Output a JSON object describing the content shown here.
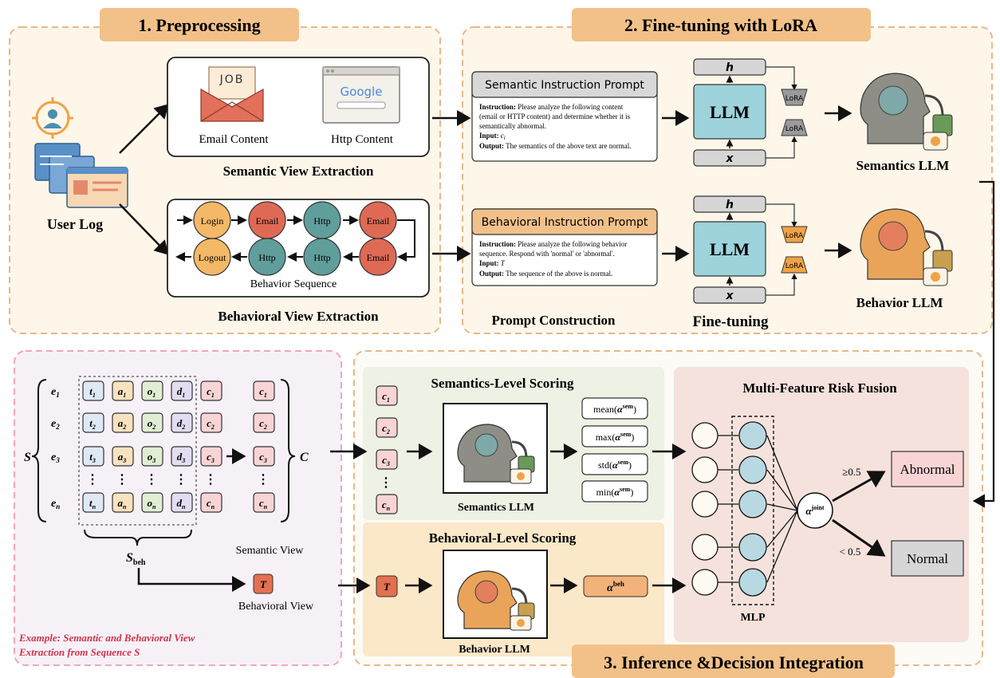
{
  "sections": {
    "preprocessing": "1. Preprocessing",
    "finetune": "2. Fine-tuning with LoRA",
    "inference": "3. Inference &Decision Integration"
  },
  "preprocessing": {
    "user_log": "User Log",
    "job_sign": "JOB",
    "google_text": "Google",
    "email_content": "Email Content",
    "http_content": "Http Content",
    "semantic_view_extraction": "Semantic View Extraction",
    "behavioral_view_extraction": "Behavioral View Extraction",
    "behavior_sequence": "Behavior Sequence",
    "seq_top": [
      "Login",
      "Email",
      "Http",
      "Email"
    ],
    "seq_bottom": [
      "Logout",
      "Http",
      "Http",
      "Email"
    ]
  },
  "finetune": {
    "semantic_prompt_title": "Semantic Instruction Prompt",
    "semantic_instruction_label": "Instruction:",
    "semantic_instruction_l1": "Please analyze the following content",
    "semantic_instruction_l2": "(email or HTTP content) and determine whether it is",
    "semantic_instruction_l3": "semantically abnormal.",
    "semantic_input_label": "Input:",
    "semantic_input_value": "c",
    "semantic_input_sub": "i",
    "semantic_output_label": "Output:",
    "semantic_output_value": "The semantics of the above text are normal.",
    "behavioral_prompt_title": "Behavioral Instruction Prompt",
    "behavioral_instruction_label": "Instruction:",
    "behavioral_instruction_l1": "Please analyze the following behavior",
    "behavioral_instruction_l2": "sequence. Respond with 'normal' or 'abnormal'.",
    "behavioral_input_label": "Input:",
    "behavioral_input_value": "T",
    "behavioral_output_label": "Output:",
    "behavioral_output_value": "The sequence of the above is normal.",
    "prompt_construction": "Prompt Construction",
    "fine_tuning": "Fine-tuning",
    "llm": "LLM",
    "h": "h",
    "x": "x",
    "lora": "LoRA",
    "semantics_llm": "Semantics LLM",
    "behavior_llm": "Behavior  LLM"
  },
  "example": {
    "S": "S",
    "C": "C",
    "rows": [
      {
        "e": "e",
        "esub": "1",
        "t": "t",
        "tsub": "1",
        "a": "a",
        "asub": "1",
        "o": "o",
        "osub": "1",
        "d": "d",
        "dsub": "1",
        "c": "c",
        "csub": "1"
      },
      {
        "e": "e",
        "esub": "2",
        "t": "t",
        "tsub": "2",
        "a": "a",
        "asub": "2",
        "o": "o",
        "osub": "2",
        "d": "d",
        "dsub": "2",
        "c": "c",
        "csub": "2"
      },
      {
        "e": "e",
        "esub": "3",
        "t": "t",
        "tsub": "3",
        "a": "a",
        "asub": "3",
        "o": "o",
        "osub": "3",
        "d": "d",
        "dsub": "3",
        "c": "c",
        "csub": "3"
      },
      {
        "e": "e",
        "esub": "n",
        "t": "t",
        "tsub": "n",
        "a": "a",
        "asub": "n",
        "o": "o",
        "osub": "n",
        "d": "d",
        "dsub": "n",
        "c": "c",
        "csub": "n"
      }
    ],
    "s_beh": "S",
    "s_beh_sub": "beh",
    "semantic_view": "Semantic View",
    "behavioral_view": "Behavioral View",
    "T": "T",
    "caption_l1": "Example: Semantic and Behavioral View",
    "caption_l2": "Extraction from Sequence S"
  },
  "inference": {
    "sem_scoring_title": "Semantics-Level Scoring",
    "beh_scoring_title": "Behavioral-Level Scoring",
    "semantics_llm": "Semantics LLM",
    "behavior_llm": "Behavior LLM",
    "stats": [
      {
        "fn": "mean(",
        "sym": "α",
        "sup": "sem",
        "close": ")"
      },
      {
        "fn": "max(",
        "sym": "α",
        "sup": "sem",
        "close": ")"
      },
      {
        "fn": "std(",
        "sym": "α",
        "sup": "sem",
        "close": ")"
      },
      {
        "fn": "min(",
        "sym": "α",
        "sup": "sem",
        "close": ")"
      }
    ],
    "alpha_beh_sym": "α",
    "alpha_beh_sup": "beh",
    "fusion_title": "Multi-Feature Risk Fusion",
    "mlp": "MLP",
    "alpha_joint_sym": "α",
    "alpha_joint_sup": "joint",
    "ge": "≥0.5",
    "lt": "< 0.5",
    "abnormal": "Abnormal",
    "normal": "Normal"
  },
  "colors": {
    "orange_tag": "#f2c089",
    "panel_bg": "#fdf6e9",
    "dash_orange": "#e7b98a",
    "dash_pink": "#f0a8b8",
    "example_bg": "#f6f0f7",
    "llm_teal": "#9fd3dc",
    "green_panel": "#eef2e4",
    "beh_panel": "#fbe8c8",
    "fusion_bg": "#f6e2dc",
    "abnormal": "#f8d4d4",
    "normal": "#d6d6d6",
    "email_red": "#de6a55",
    "http_teal": "#5f9e9a",
    "login_orange": "#f4b967",
    "red_caption": "#d0324a"
  }
}
